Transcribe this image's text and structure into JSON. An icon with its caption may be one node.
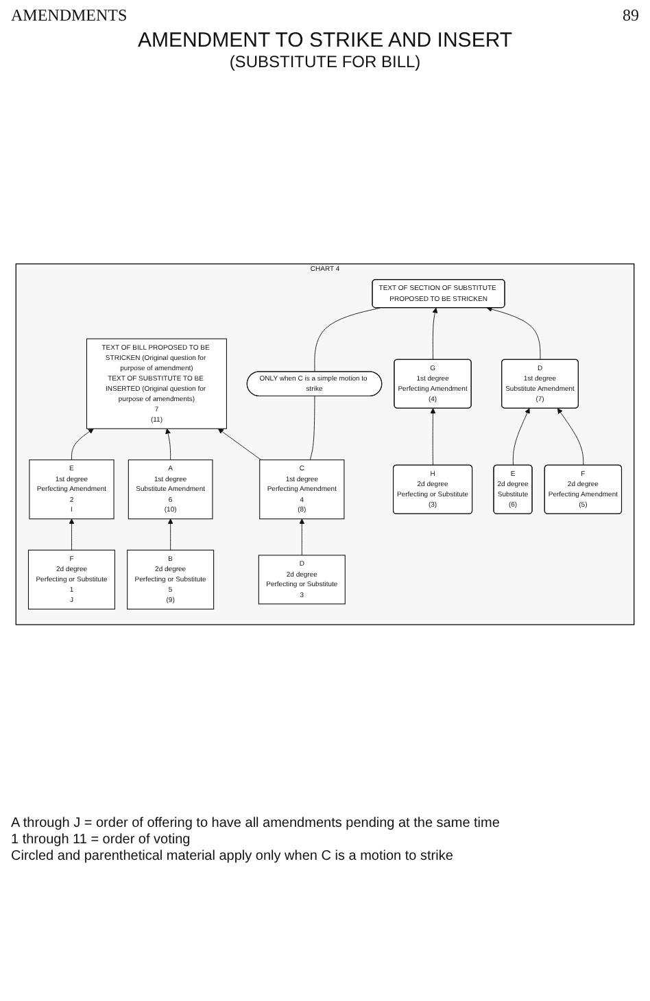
{
  "diagram": {
    "title": "AMENDMENT TO STRIKE AND INSERT",
    "nodes": [
      {
        "text": [
          "CHART 4"
        ]
      },
      {
        "text": [
          "TEXT OF BILL PROPOSED TO BE STRICKEN (Original question for purpose of amendment)",
          "TEXT OF SUBSTITUTE TO BE INSERTED (Original question for purpose of amendments)",
          "7",
          "(11)"
        ],
        "in": 0
      },
      {
        "text": [
          "E",
          "1st degree",
          "Perfecting Amendment",
          "2",
          "I"
        ],
        "in": 0
      },
      {
        "text": [
          "A",
          "1st degree",
          "Substitute Amendment",
          "6",
          "(10)"
        ],
        "in": 0
      },
      {
        "text": [
          "F",
          "2d degree",
          "Perfecting or Substitute",
          "1",
          "J"
        ],
        "in": 0
      },
      {
        "text": [
          "B",
          "2d degree",
          "Perfecting or Substitute",
          "5",
          "(9)"
        ],
        "in": 0
      },
      {
        "text": [
          "C",
          "1st degree",
          "Perfecting Amendment",
          "4",
          "(8)"
        ],
        "in": 0
      },
      {
        "text": [
          "ONLY when C is a simple motion to strike"
        ],
        "in": 0
      },
      {
        "text": [
          "D",
          "2d degree",
          "Perfecting or Substitute",
          "3"
        ],
        "in": 0
      },
      {
        "text": [
          "TEXT OF SECTION OF SUBSTITUTE PROPOSED TO BE STRICKEN"
        ],
        "in": 0
      },
      {
        "text": [
          "G",
          "1st degree",
          "Perfecting Amendment",
          "(4)"
        ],
        "in": 0
      },
      {
        "text": [
          "D",
          "1st degree",
          "Substitute Amendment",
          "(7)"
        ],
        "in": 0
      },
      {
        "text": [
          "H",
          "2d degree",
          "Perfecting or Substitute",
          "(3)"
        ],
        "in": 0
      },
      {
        "text": [
          "E",
          "2d degree",
          "Substitute",
          "(6)"
        ],
        "in": 0
      },
      {
        "text": [
          "F",
          "2d degree",
          "Perfecting Amendment",
          "(5)"
        ],
        "in": 0
      }
    ],
    "edges": [
      {
        "from": 2,
        "to": 1,
        "arrow": "to"
      },
      {
        "from": 6,
        "to": 1,
        "arrow": "to"
      },
      {
        "from": 3,
        "to": 1,
        "arrow": "to"
      },
      {
        "from": 4,
        "to": 2,
        "arrow": "to"
      },
      {
        "from": 5,
        "to": 3,
        "arrow": "to"
      },
      {
        "from": 8,
        "to": 6,
        "arrow": "to"
      },
      {
        "from": 6,
        "to": 7,
        "arrow": "none"
      },
      {
        "from": 7,
        "to": 9,
        "arrow": "none"
      },
      {
        "from": 10,
        "to": 9,
        "arrow": "to"
      },
      {
        "from": 11,
        "to": 9,
        "arrow": "to"
      },
      {
        "from": 12,
        "to": 10,
        "arrow": "to"
      },
      {
        "from": 13,
        "to": 11,
        "arrow": "to"
      },
      {
        "from": 14,
        "to": 11,
        "arrow": "to"
      }
    ],
    "labels": [
      "AMENDMENTS",
      "89",
      "(SUBSTITUTE FOR BILL)",
      "A through J = order of offering to have all amendments pending at the same time",
      "1 through 11 = order of voting",
      "Circled and parenthetical material apply only when C is a motion to strike"
    ]
  }
}
